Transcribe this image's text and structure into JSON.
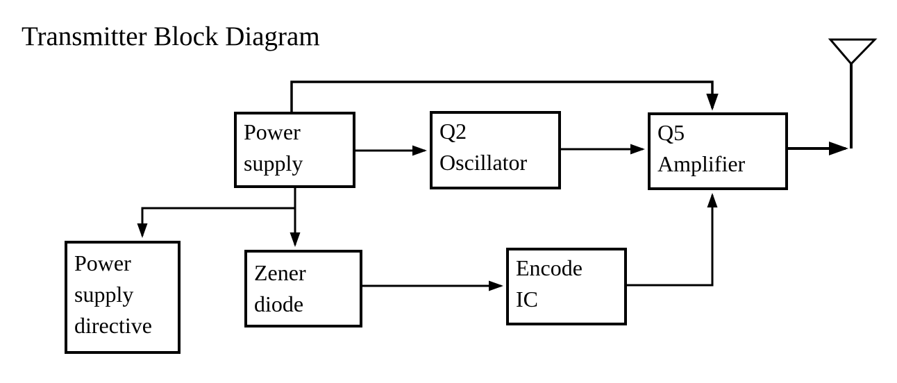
{
  "title": "Transmitter Block Diagram",
  "colors": {
    "line": "#000000",
    "background": "#ffffff"
  },
  "diagram": {
    "blocks": [
      {
        "id": "power-supply",
        "label": "Power\nsupply"
      },
      {
        "id": "q2-oscillator",
        "label": "Q2\nOscillator"
      },
      {
        "id": "q5-amplifier",
        "label": "Q5\nAmplifier"
      },
      {
        "id": "power-supply-directive",
        "label": "Power\nsupply\ndirective"
      },
      {
        "id": "zener-diode",
        "label": "Zener\ndiode"
      },
      {
        "id": "encode-ic",
        "label": "Encode\nIC"
      }
    ],
    "symbols": [
      {
        "id": "antenna-symbol",
        "description": "antenna"
      }
    ],
    "connections": [
      {
        "from": "power-supply",
        "to": "q5-amplifier",
        "route": "up-over-top-down"
      },
      {
        "from": "power-supply",
        "to": "q2-oscillator",
        "route": "right"
      },
      {
        "from": "q2-oscillator",
        "to": "q5-amplifier",
        "route": "right"
      },
      {
        "from": "q5-amplifier",
        "to": "antenna-symbol",
        "route": "right"
      },
      {
        "from": "power-supply",
        "to": "power-supply-directive",
        "route": "down-left-down"
      },
      {
        "from": "power-supply",
        "to": "zener-diode",
        "route": "down"
      },
      {
        "from": "zener-diode",
        "to": "encode-ic",
        "route": "right"
      },
      {
        "from": "encode-ic",
        "to": "q5-amplifier",
        "route": "right-up"
      }
    ]
  }
}
